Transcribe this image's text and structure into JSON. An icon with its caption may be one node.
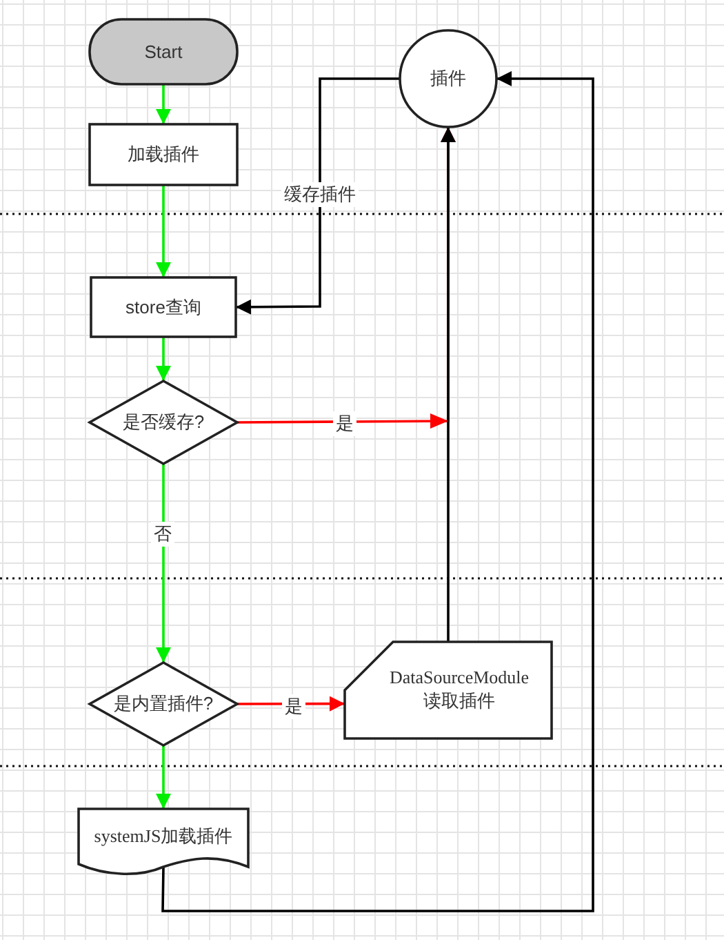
{
  "diagram": {
    "nodes": [
      {
        "text": [
          "Start"
        ]
      },
      {
        "text": [
          "加载插件"
        ]
      },
      {
        "text": [
          "store查询"
        ]
      },
      {
        "text": [
          "是否缓存?"
        ]
      },
      {
        "text": [
          "是内置插件?"
        ]
      },
      {
        "text": [
          "DataSourceModule 读取插件"
        ]
      },
      {
        "text": [
          "systemJS加载插件"
        ]
      },
      {
        "text": [
          "插件"
        ]
      }
    ],
    "edges": [
      {
        "from": 0,
        "to": 1,
        "arrow": "to"
      },
      {
        "from": 1,
        "to": 2,
        "arrow": "to"
      },
      {
        "from": 2,
        "to": 3,
        "arrow": "to"
      },
      {
        "from": 3,
        "to": 4,
        "arrow": "to",
        "label": "否"
      },
      {
        "from": 3,
        "to": 7,
        "arrow": "to",
        "label": "是",
        "color": "#ff0000"
      },
      {
        "from": 4,
        "to": 5,
        "arrow": "to",
        "label": "是",
        "color": "#ff0000"
      },
      {
        "from": 4,
        "to": 6,
        "arrow": "to"
      },
      {
        "from": 5,
        "to": 7,
        "arrow": "to",
        "color": "#000000"
      },
      {
        "from": 6,
        "to": 7,
        "arrow": "to",
        "color": "#000000"
      },
      {
        "from": 7,
        "to": 2,
        "arrow": "to",
        "label": "缓存插件",
        "color": "#000000"
      }
    ]
  }
}
